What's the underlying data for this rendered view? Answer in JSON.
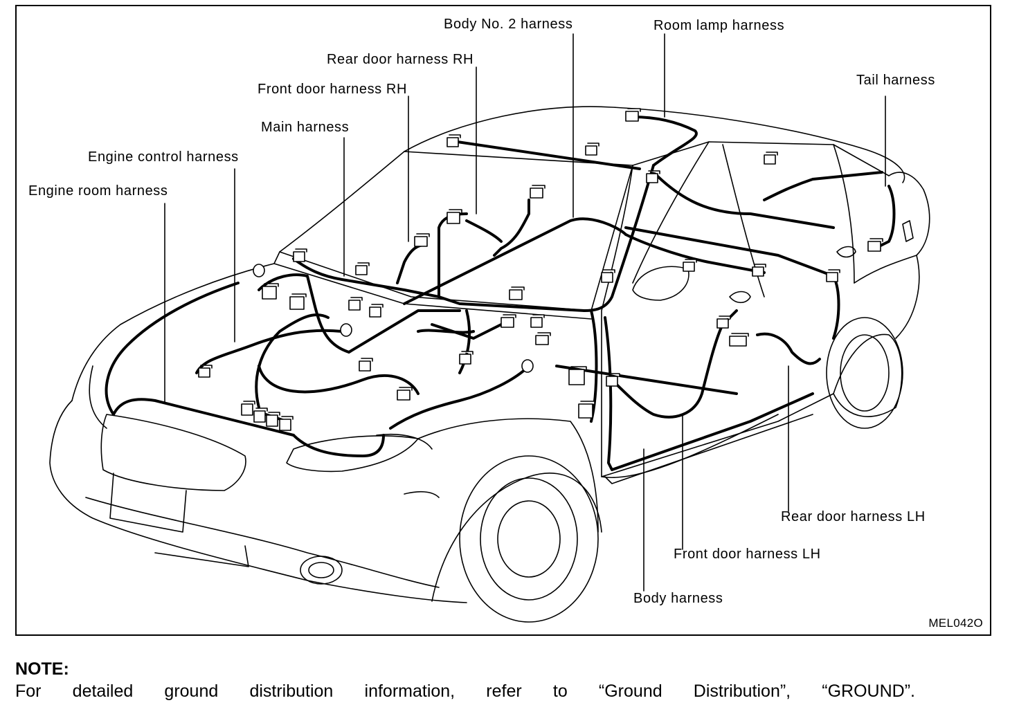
{
  "diagram": {
    "labels": {
      "body_no2_harness": "Body No. 2 harness",
      "room_lamp_harness": "Room lamp harness",
      "rear_door_harness_rh": "Rear door harness RH",
      "front_door_harness_rh": "Front door harness RH",
      "tail_harness": "Tail harness",
      "main_harness": "Main harness",
      "engine_control_harness": "Engine control harness",
      "engine_room_harness": "Engine room harness",
      "rear_door_harness_lh": "Rear door harness LH",
      "front_door_harness_lh": "Front door harness LH",
      "body_harness": "Body harness"
    },
    "figure_id": "MEL042O"
  },
  "note": {
    "title": "NOTE:",
    "text": "For detailed ground distribution information, refer to “Ground Distribution”, “GROUND”."
  }
}
